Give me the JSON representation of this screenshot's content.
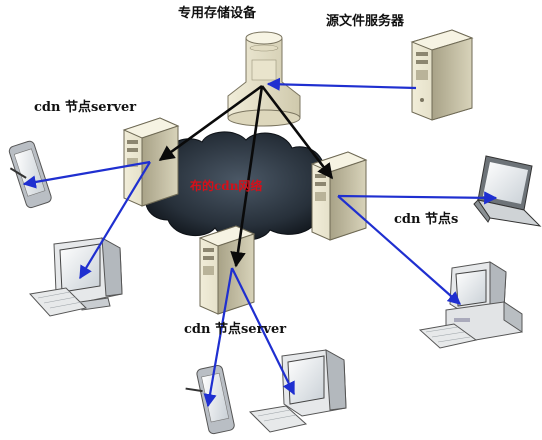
{
  "labels": {
    "storage": "专用存储设备",
    "source_server": "源文件服务器",
    "cdn_top_left": "cdn 节点server",
    "cdn_right": "cdn 节点s",
    "cdn_bottom": "cdn 节点server",
    "cloud": "布的cdn网络"
  },
  "colors": {
    "distribution_arrow": "#0a0a0a",
    "client_arrow": "#1f2fd0",
    "cloud_label": "#d4101a",
    "cloud_fill": "#2b3440"
  },
  "nodes": [
    {
      "name": "storage-device",
      "kind": "storage-cylinder-icon"
    },
    {
      "name": "source-file-server",
      "kind": "tower-server-icon"
    },
    {
      "name": "cdn-node-left",
      "kind": "tower-server-icon"
    },
    {
      "name": "cdn-node-right",
      "kind": "tower-server-icon"
    },
    {
      "name": "cdn-node-bottom",
      "kind": "tower-server-icon"
    },
    {
      "name": "tablet-left",
      "kind": "tablet-icon"
    },
    {
      "name": "crt-monitor-left",
      "kind": "crt-monitor-icon"
    },
    {
      "name": "laptop-right",
      "kind": "laptop-icon"
    },
    {
      "name": "desktop-right",
      "kind": "desktop-pc-icon"
    },
    {
      "name": "tablet-bottom",
      "kind": "tablet-icon"
    },
    {
      "name": "crt-monitor-bottom",
      "kind": "crt-monitor-icon"
    }
  ]
}
